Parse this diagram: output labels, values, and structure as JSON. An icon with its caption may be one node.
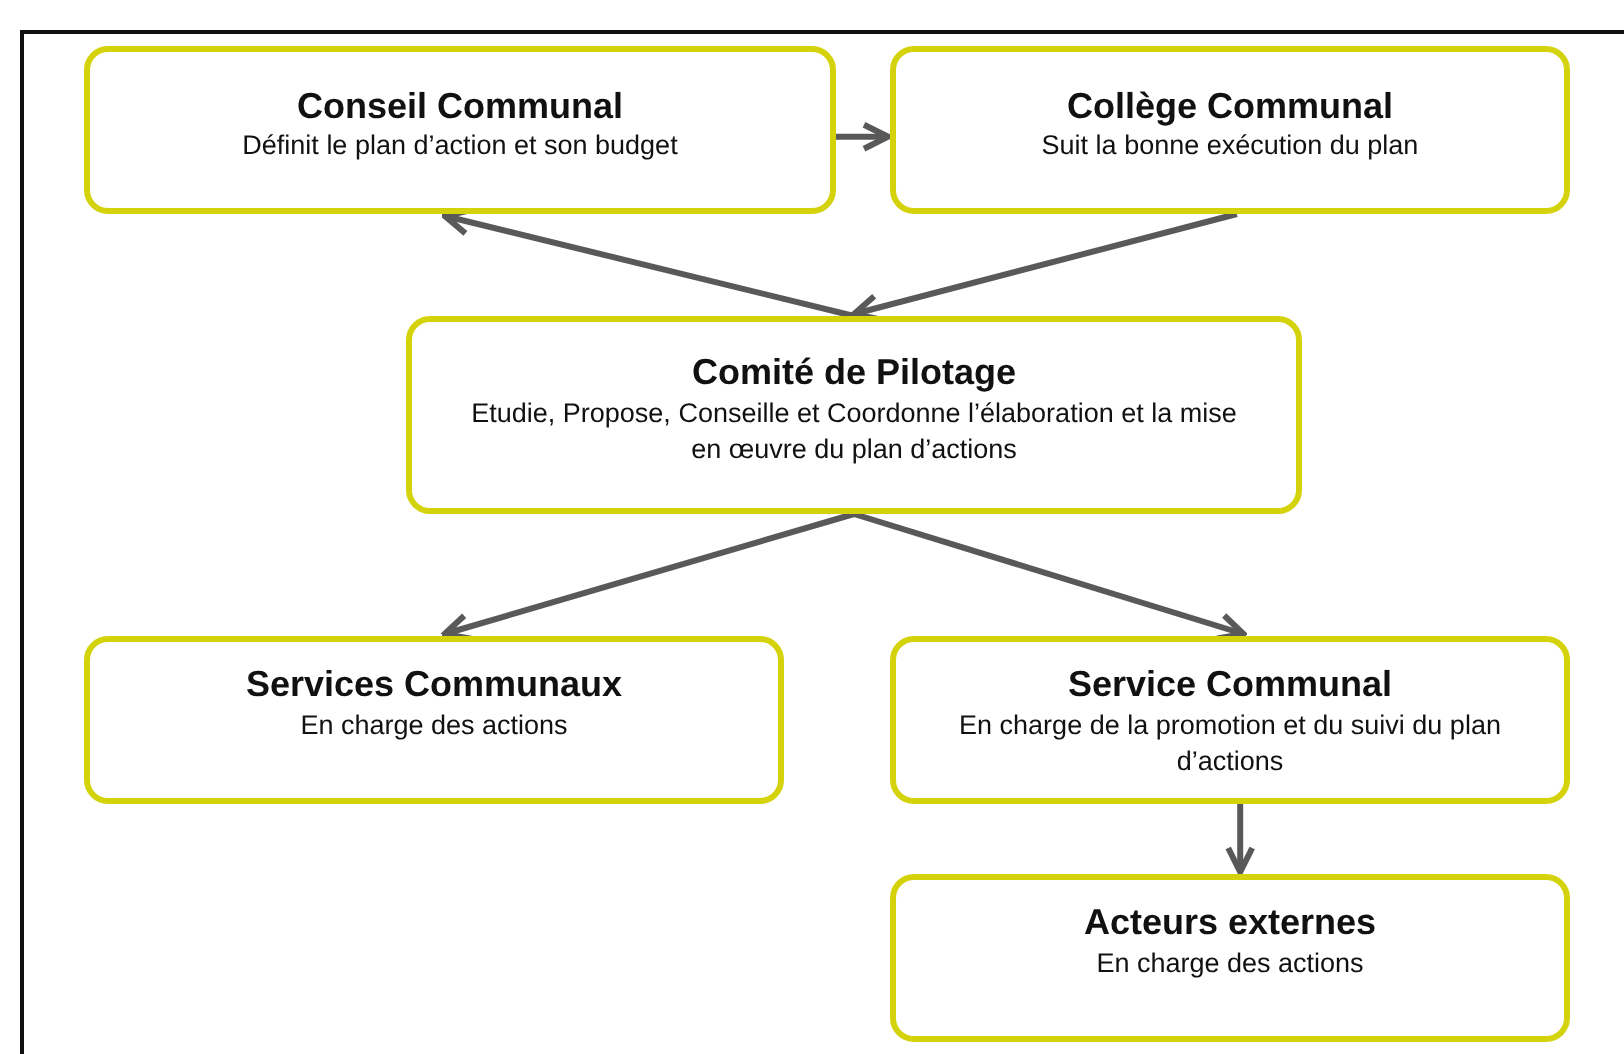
{
  "diagram": {
    "nodes": [
      {
        "text": [
          "Conseil Communal",
          "Définit le plan d’action et son budget"
        ]
      },
      {
        "text": [
          "Collège Communal",
          "Suit la bonne exécution du plan"
        ]
      },
      {
        "text": [
          "Comité de Pilotage",
          "Etudie, Propose, Conseille et Coordonne l’élaboration et la mise en œuvre du plan d’actions"
        ]
      },
      {
        "text": [
          "Services Communaux",
          "En charge des actions"
        ]
      },
      {
        "text": [
          "Service Communal",
          "En charge de la promotion et du suivi du plan d’actions"
        ]
      },
      {
        "text": [
          "Acteurs externes",
          "En charge des actions"
        ]
      }
    ],
    "edges": [
      {
        "from": 0,
        "to": 1,
        "arrow": "to"
      },
      {
        "from": 1,
        "to": 2,
        "arrow": "to"
      },
      {
        "from": 2,
        "to": 0,
        "arrow": "to"
      },
      {
        "from": 2,
        "to": 3,
        "arrow": "to"
      },
      {
        "from": 2,
        "to": 4,
        "arrow": "to"
      },
      {
        "from": 4,
        "to": 5,
        "arrow": "to"
      }
    ]
  }
}
